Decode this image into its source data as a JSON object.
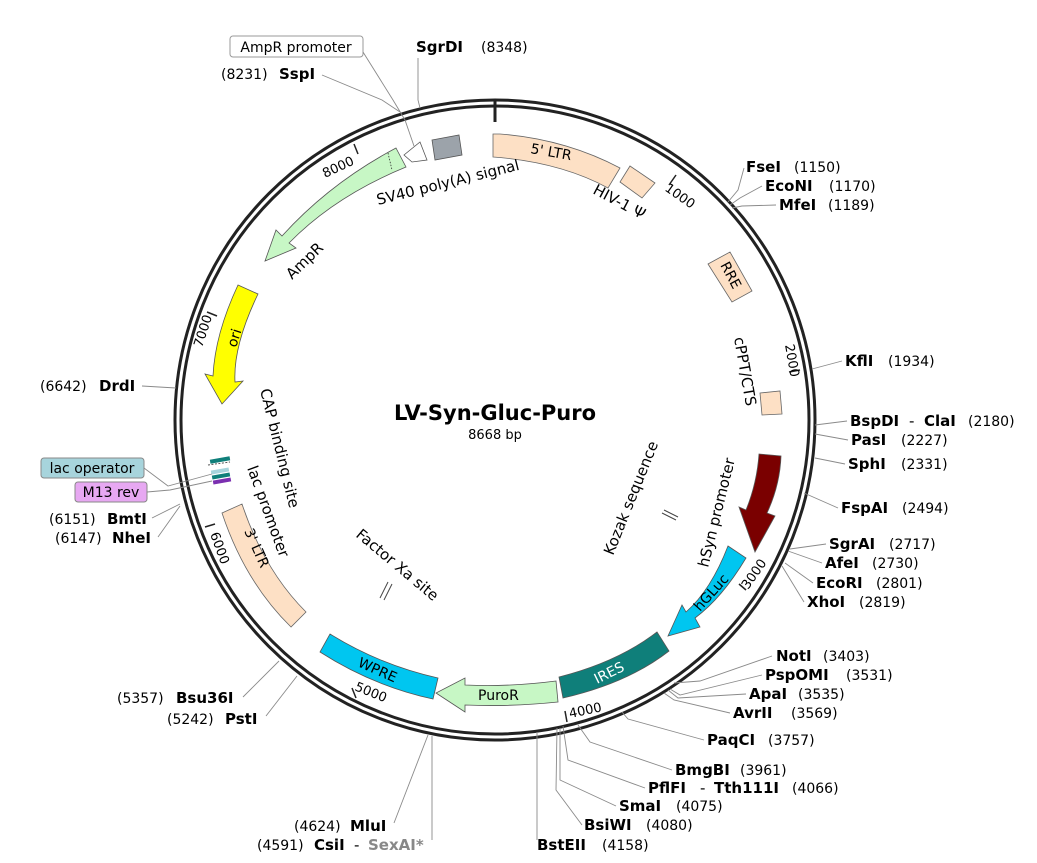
{
  "plasmid": {
    "name": "LV-Syn-Gluc-Puro",
    "length_label": "8668 bp",
    "length_bp": 8668
  },
  "ticks": [
    {
      "bp": 1000,
      "label": "1000"
    },
    {
      "bp": 2000,
      "label": "2000"
    },
    {
      "bp": 3000,
      "label": "3000"
    },
    {
      "bp": 4000,
      "label": "4000"
    },
    {
      "bp": 5000,
      "label": "5000"
    },
    {
      "bp": 6000,
      "label": "6000"
    },
    {
      "bp": 7000,
      "label": "7000"
    },
    {
      "bp": 8000,
      "label": "8000"
    }
  ],
  "features": [
    {
      "id": "ltr5",
      "label": "5' LTR",
      "color": "#fde0c5"
    },
    {
      "id": "hiv-psi",
      "label": "HIV-1 Ψ",
      "color": "#fde0c5"
    },
    {
      "id": "rre",
      "label": "RRE",
      "color": "#fde0c5"
    },
    {
      "id": "cppt",
      "label": "cPPT/CTS",
      "color": "#fde0c5"
    },
    {
      "id": "hsyn",
      "label": "hSyn promoter",
      "color": "#7a0000"
    },
    {
      "id": "kozak",
      "label": "Kozak sequence",
      "color": "#888888"
    },
    {
      "id": "hgluc",
      "label": "hGLuc",
      "color": "#00c6f0"
    },
    {
      "id": "ires",
      "label": "IRES",
      "color": "#0f7f7a"
    },
    {
      "id": "puror",
      "label": "PuroR",
      "color": "#c7f7c5"
    },
    {
      "id": "wpre",
      "label": "WPRE",
      "color": "#00c6f0"
    },
    {
      "id": "factor-xa",
      "label": "Factor Xa site",
      "color": "#888888"
    },
    {
      "id": "ltr3",
      "label": "3' LTR",
      "color": "#fde0c5"
    },
    {
      "id": "lac-promoter",
      "label": "lac promoter",
      "color": "#0f7f7a"
    },
    {
      "id": "cap-site",
      "label": "CAP binding site",
      "color": "#888888"
    },
    {
      "id": "ori",
      "label": "ori",
      "color": "#ffff00"
    },
    {
      "id": "ampr",
      "label": "AmpR",
      "color": "#c7f7c5"
    },
    {
      "id": "sv40",
      "label": "SV40 poly(A) signal",
      "color": "#9ca3aa"
    }
  ],
  "boxed_labels": [
    {
      "id": "ampr-promoter",
      "label": "AmpR promoter",
      "fill": "#ffffff"
    },
    {
      "id": "lac-operator",
      "label": "lac operator",
      "fill": "#a7d4dc"
    },
    {
      "id": "m13-rev",
      "label": "M13 rev",
      "fill": "#e7a8f2"
    }
  ],
  "sites": [
    {
      "id": "sgrdi",
      "name": "SgrDI",
      "pos": "(8348)"
    },
    {
      "id": "sspi",
      "name": "SspI",
      "pos": "(8231)"
    },
    {
      "id": "fsei",
      "name": "FseI",
      "pos": "(1150)"
    },
    {
      "id": "econi",
      "name": "EcoNI",
      "pos": "(1170)"
    },
    {
      "id": "mfei",
      "name": "MfeI",
      "pos": "(1189)"
    },
    {
      "id": "kfli",
      "name": "KflI",
      "pos": "(1934)"
    },
    {
      "id": "bspdi",
      "name": "BspDI",
      "name2": "ClaI",
      "pos": "(2180)"
    },
    {
      "id": "pasi",
      "name": "PasI",
      "pos": "(2227)"
    },
    {
      "id": "sphi",
      "name": "SphI",
      "pos": "(2331)"
    },
    {
      "id": "fspai",
      "name": "FspAI",
      "pos": "(2494)"
    },
    {
      "id": "sgrai",
      "name": "SgrAI",
      "pos": "(2717)"
    },
    {
      "id": "afei",
      "name": "AfeI",
      "pos": "(2730)"
    },
    {
      "id": "ecori",
      "name": "EcoRI",
      "pos": "(2801)"
    },
    {
      "id": "xhoi",
      "name": "XhoI",
      "pos": "(2819)"
    },
    {
      "id": "noti",
      "name": "NotI",
      "pos": "(3403)"
    },
    {
      "id": "pspomi",
      "name": "PspOMI",
      "pos": "(3531)"
    },
    {
      "id": "apai",
      "name": "ApaI",
      "pos": "(3535)"
    },
    {
      "id": "avrii",
      "name": "AvrII",
      "pos": "(3569)"
    },
    {
      "id": "paqci",
      "name": "PaqCI",
      "pos": "(3757)"
    },
    {
      "id": "bmgbi",
      "name": "BmgBI",
      "pos": "(3961)"
    },
    {
      "id": "pflfi",
      "name": "PflFI",
      "name2": "Tth111I",
      "pos": "(4066)"
    },
    {
      "id": "smai",
      "name": "SmaI",
      "pos": "(4075)"
    },
    {
      "id": "bsiwi",
      "name": "BsiWI",
      "pos": "(4080)"
    },
    {
      "id": "bsteii",
      "name": "BstEII",
      "pos": "(4158)"
    },
    {
      "id": "mlui",
      "name": "MluI",
      "pos": "(4624)"
    },
    {
      "id": "csii",
      "name": "CsiI",
      "name2": "SexAI*",
      "pos": "(4591)"
    },
    {
      "id": "psti",
      "name": "PstI",
      "pos": "(5242)"
    },
    {
      "id": "bsu36i",
      "name": "Bsu36I",
      "pos": "(5357)"
    },
    {
      "id": "nhei",
      "name": "NheI",
      "pos": "(6147)"
    },
    {
      "id": "bmti",
      "name": "BmtI",
      "pos": "(6151)"
    },
    {
      "id": "drdi",
      "name": "DrdI",
      "pos": "(6642)"
    }
  ]
}
